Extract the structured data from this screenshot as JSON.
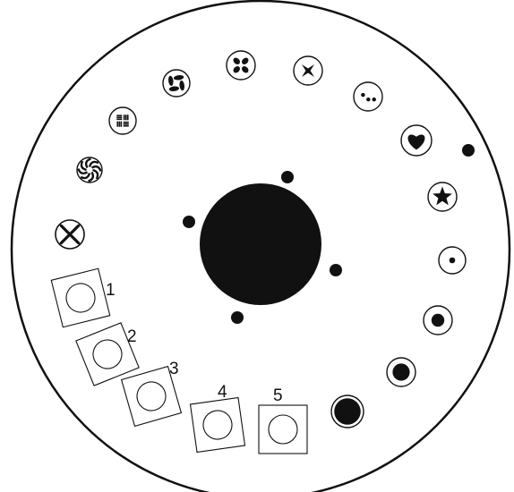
{
  "diagram": {
    "colors": {
      "ink": "#111111",
      "paper": "#ffffff"
    },
    "patterns": [
      {
        "name": "cross-x-icon",
        "shape": "x"
      },
      {
        "name": "swirl-icon",
        "shape": "swirl"
      },
      {
        "name": "basket-weave-icon",
        "shape": "weave"
      },
      {
        "name": "pinwheel-icon",
        "shape": "pinwheel"
      },
      {
        "name": "four-dots-icon",
        "shape": "four-dots"
      },
      {
        "name": "four-point-star-icon",
        "shape": "four-star"
      },
      {
        "name": "three-dots-icon",
        "shape": "three-dots"
      },
      {
        "name": "heart-icon",
        "shape": "heart"
      },
      {
        "name": "star-icon",
        "shape": "star"
      },
      {
        "name": "small-dot-icon",
        "shape": "dot-small"
      },
      {
        "name": "medium-dot-icon",
        "shape": "dot-medium"
      },
      {
        "name": "large-dot-icon",
        "shape": "dot-large"
      },
      {
        "name": "filled-circle-icon",
        "shape": "dot-full"
      }
    ],
    "slots": [
      {
        "label": "1"
      },
      {
        "label": "2"
      },
      {
        "label": "3"
      },
      {
        "label": "4"
      },
      {
        "label": "5"
      }
    ]
  }
}
